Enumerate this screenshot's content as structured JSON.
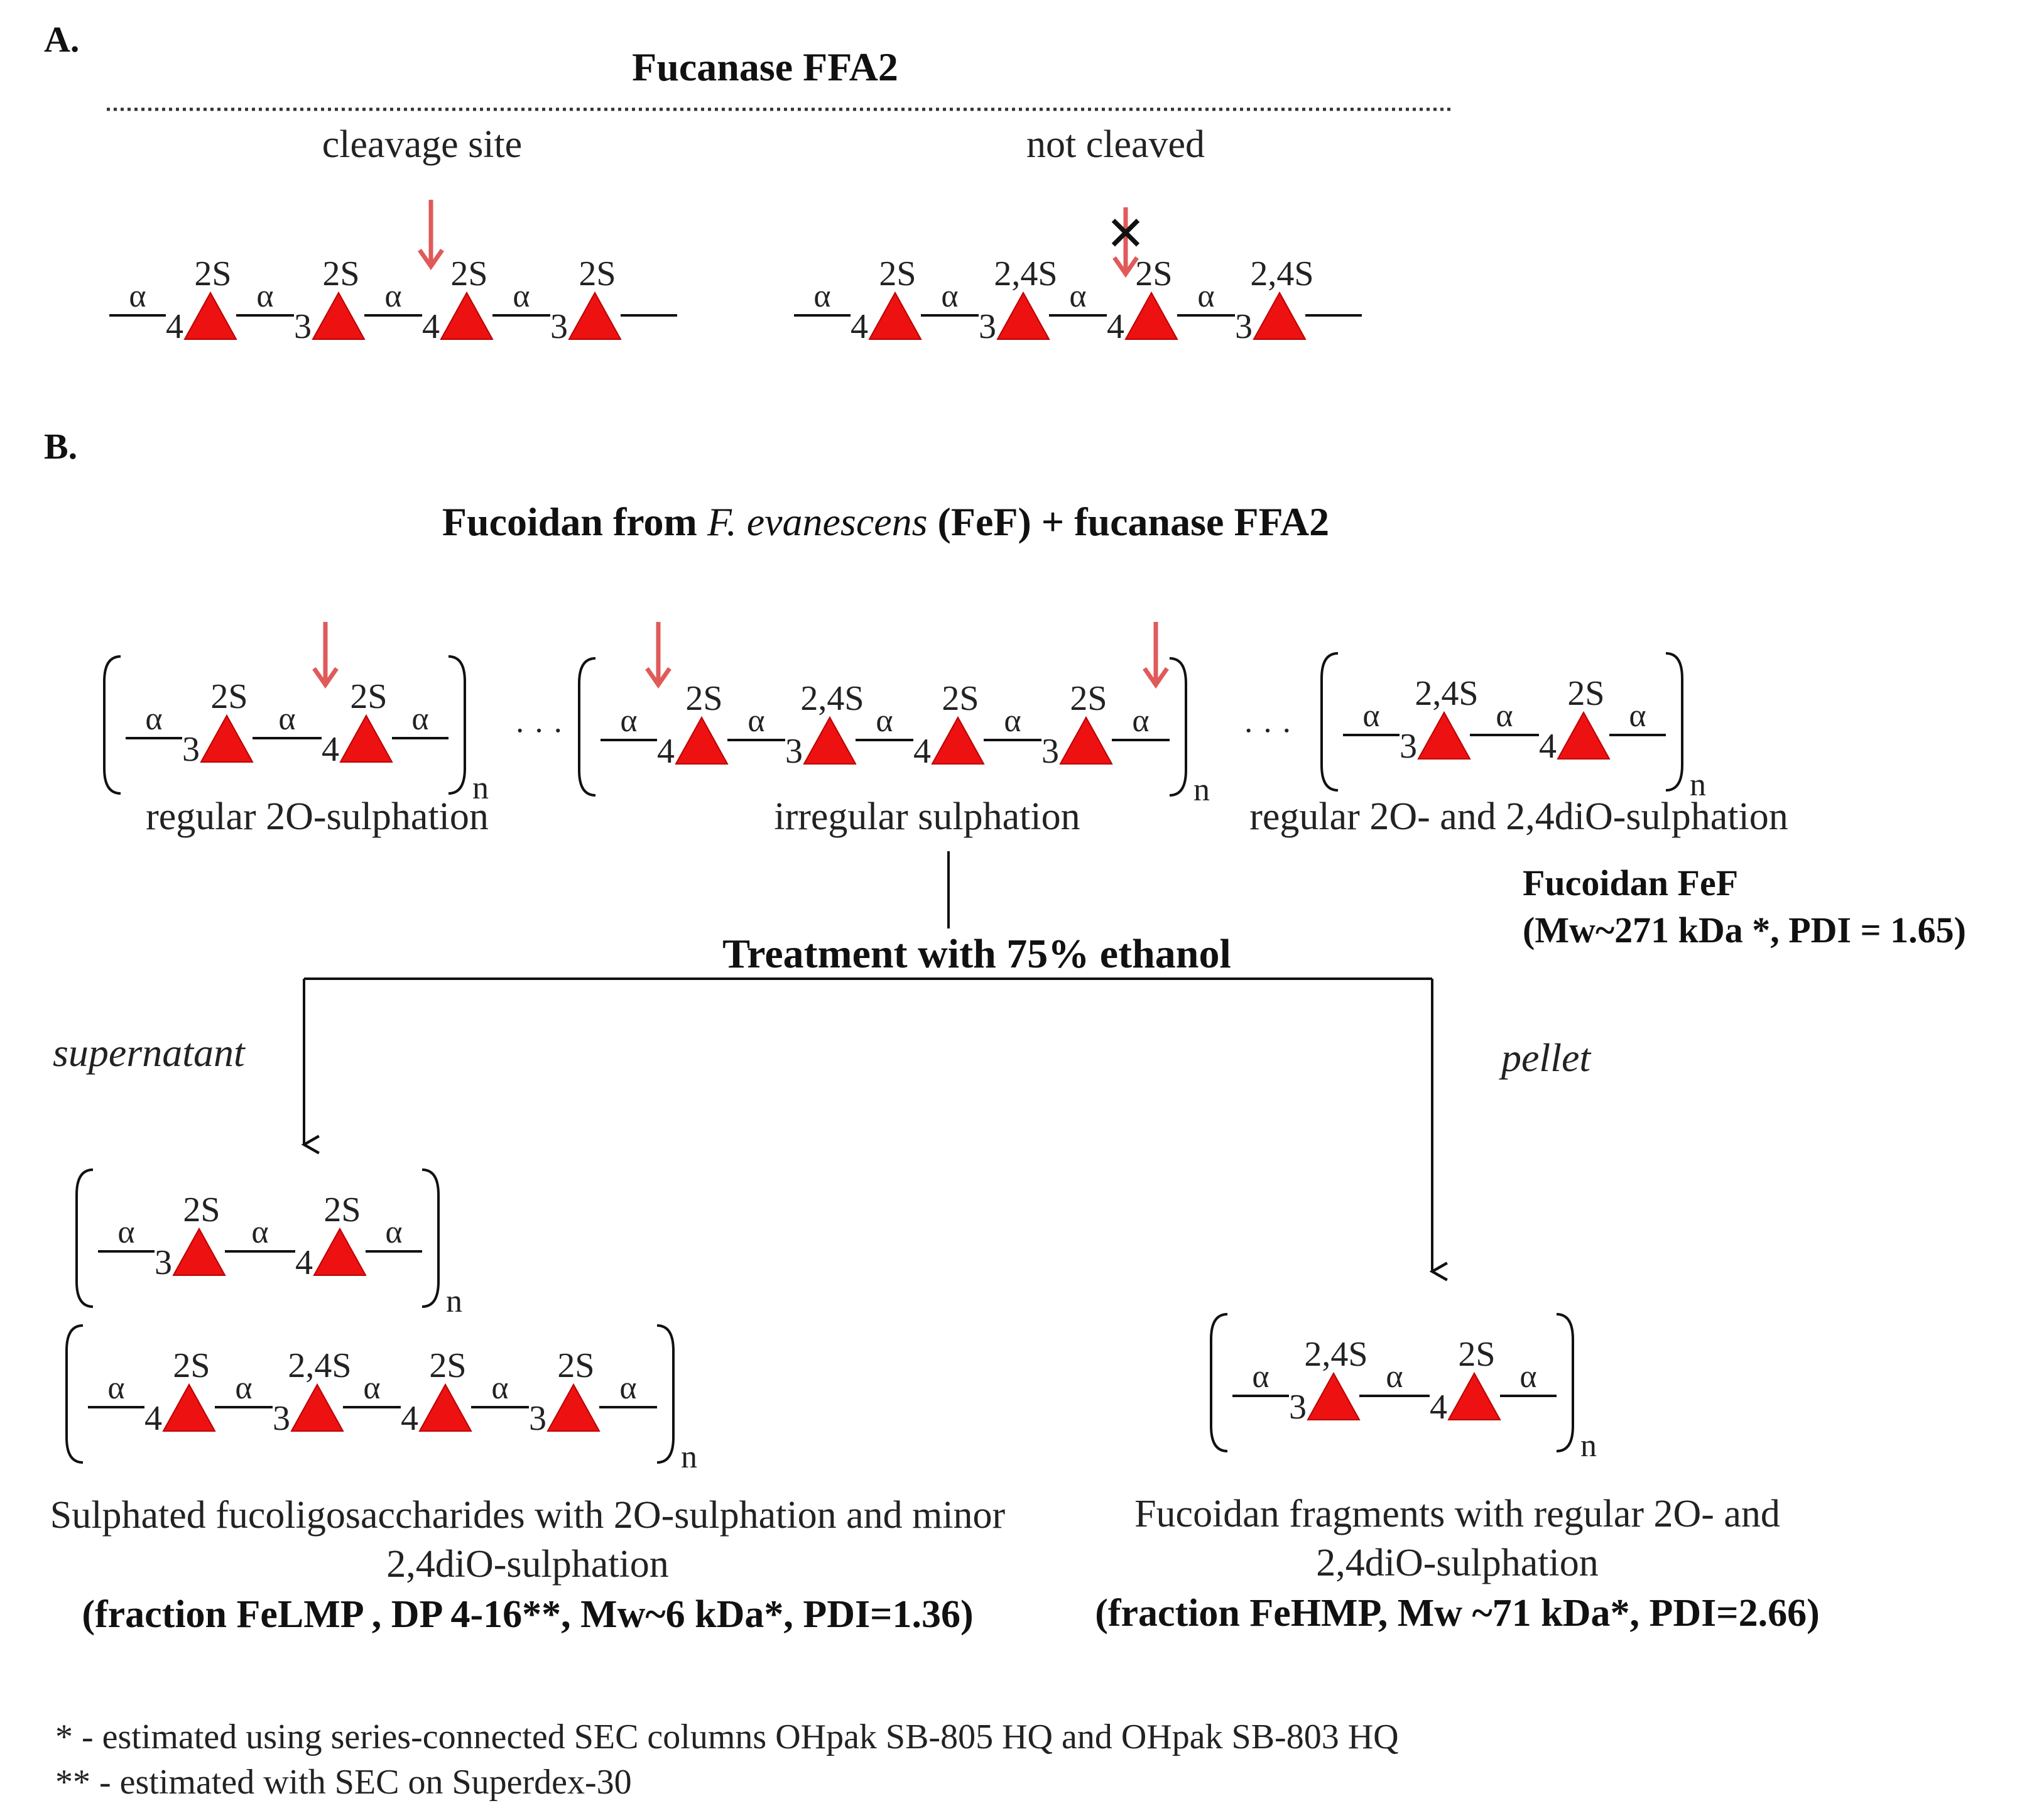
{
  "panel_a": {
    "label": "A.",
    "title": "Fucanase FFA2",
    "left_caption": "cleavage site",
    "right_caption": "not cleaved"
  },
  "panel_b": {
    "label": "B.",
    "title_parts": [
      "Fucoidan from ",
      "F. evanescens",
      " (FeF) + fucanase FFA2"
    ],
    "motif1_label": "regular 2O-sulphation",
    "motif2_label": "irregular sulphation",
    "motif3_label": "regular 2O- and 2,4diO-sulphation",
    "fef_name": "Fucoidan FeF",
    "fef_props": "(Mw~271 kDa *, PDI = 1.65)",
    "treatment": "Treatment with 75% ethanol",
    "supernatant": "supernatant",
    "pellet": "pellet",
    "lmp_desc_line1": "Sulphated fucoligosaccharides with 2O-sulphation and minor",
    "lmp_desc_line2": "2,4diO-sulphation",
    "lmp_props": "(fraction FeLMP , DP 4-16**, Mw~6 kDa*, PDI=1.36)",
    "hmp_desc_line1": "Fucoidan fragments with regular 2O- and",
    "hmp_desc_line2": "2,4diO-sulphation",
    "hmp_props": "(fraction FeHMP,  Mw ~71 kDa*, PDI=2.66)"
  },
  "footnotes": {
    "note1": "* - estimated using series-connected SEC columns OHpak SB-805 HQ and OHpak SB-803 HQ",
    "note2": "** - estimated with SEC on Superdex-30"
  },
  "symbols": {
    "alpha": "α",
    "repeat": "n",
    "ellipsis": "· · ·",
    "no_cleavage_mark": "✕",
    "fucose_color": "#ee1111",
    "arrow_color": "#e05a5a"
  },
  "chains": {
    "a_left": {
      "positions": [
        "4",
        "3",
        "4",
        "3"
      ],
      "sulfates": [
        "2S",
        "2S",
        "2S",
        "2S"
      ]
    },
    "a_right": {
      "positions": [
        "4",
        "3",
        "4",
        "3"
      ],
      "sulfates": [
        "2S",
        "2,4S",
        "2S",
        "2,4S"
      ]
    },
    "b_motif1": {
      "positions": [
        "3",
        "4"
      ],
      "sulfates": [
        "2S",
        "2S"
      ]
    },
    "b_motif2": {
      "positions": [
        "4",
        "3",
        "4",
        "3"
      ],
      "sulfates": [
        "2S",
        "2,4S",
        "2S",
        "2S"
      ]
    },
    "b_motif3": {
      "positions": [
        "3",
        "4"
      ],
      "sulfates": [
        "2,4S",
        "2S"
      ]
    },
    "lmp_1": {
      "positions": [
        "3",
        "4"
      ],
      "sulfates": [
        "2S",
        "2S"
      ]
    },
    "lmp_2": {
      "positions": [
        "4",
        "3",
        "4",
        "3"
      ],
      "sulfates": [
        "2S",
        "2,4S",
        "2S",
        "2S"
      ]
    },
    "hmp": {
      "positions": [
        "3",
        "4"
      ],
      "sulfates": [
        "2,4S",
        "2S"
      ]
    }
  }
}
